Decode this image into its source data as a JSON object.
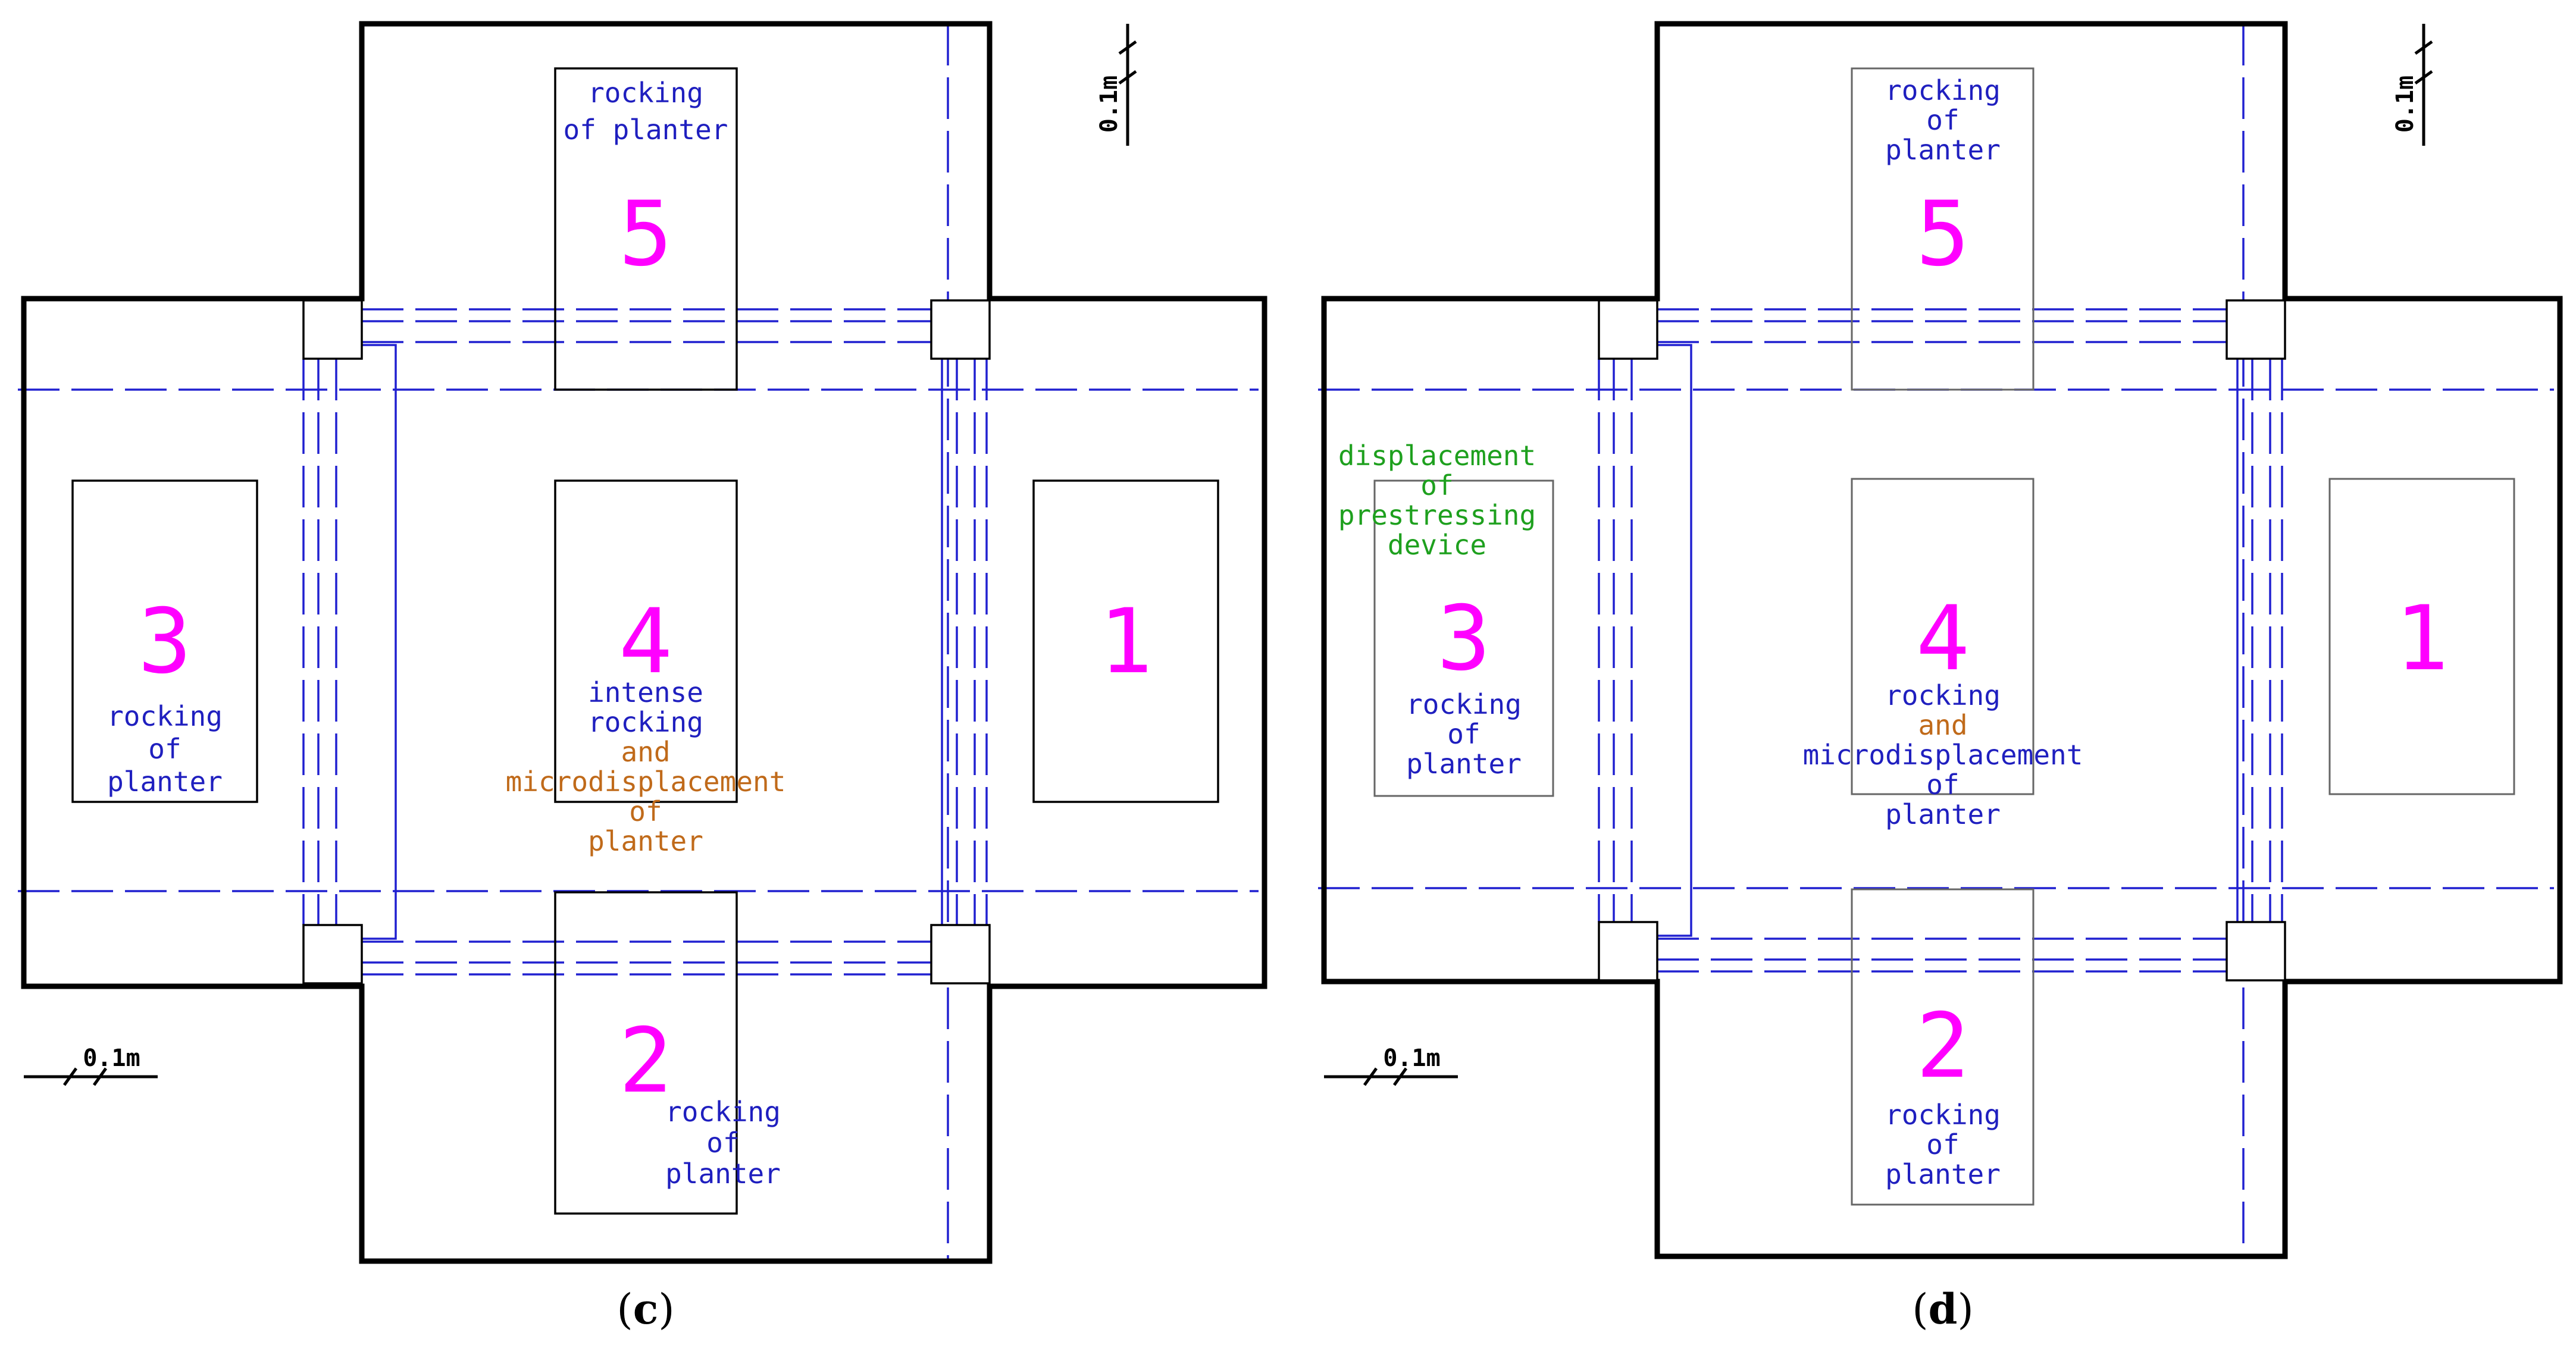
{
  "colors": {
    "number": "#ff00ff",
    "rocking": "#1f1fbf",
    "microdisplacement": "#c06a1a",
    "prestressing": "#1ea01e",
    "gridline": "#2020d0"
  },
  "scale_label": "0.1m",
  "panels": [
    {
      "caption_open": "(",
      "caption_letter": "c",
      "caption_close": ")",
      "planters": {
        "p1": {
          "number": "1",
          "lines": []
        },
        "p2": {
          "number": "2",
          "lines": [
            {
              "text": "rocking",
              "tone": "rocking"
            },
            {
              "text": "of",
              "tone": "rocking"
            },
            {
              "text": "planter",
              "tone": "rocking"
            }
          ]
        },
        "p3": {
          "number": "3",
          "lines": [
            {
              "text": "rocking",
              "tone": "rocking"
            },
            {
              "text": "of",
              "tone": "rocking"
            },
            {
              "text": "planter",
              "tone": "rocking"
            }
          ]
        },
        "p4": {
          "number": "4",
          "lines": [
            {
              "text": "intense",
              "tone": "rocking"
            },
            {
              "text": "rocking",
              "tone": "rocking"
            },
            {
              "text": "and",
              "tone": "microdisplacement"
            },
            {
              "text": "microdisplacement",
              "tone": "microdisplacement"
            },
            {
              "text": "of",
              "tone": "microdisplacement"
            },
            {
              "text": "planter",
              "tone": "microdisplacement"
            }
          ]
        },
        "p5": {
          "number": "5",
          "lines": [
            {
              "text": "rocking",
              "tone": "rocking"
            },
            {
              "text": "of planter",
              "tone": "rocking"
            }
          ]
        }
      }
    },
    {
      "caption_open": "(",
      "caption_letter": "d",
      "caption_close": ")",
      "planters": {
        "p1": {
          "number": "1",
          "lines": []
        },
        "p2": {
          "number": "2",
          "lines": [
            {
              "text": "rocking",
              "tone": "rocking"
            },
            {
              "text": "of",
              "tone": "rocking"
            },
            {
              "text": "planter",
              "tone": "rocking"
            }
          ]
        },
        "p3": {
          "number": "3",
          "above": [
            {
              "text": "displacement",
              "tone": "prestressing"
            },
            {
              "text": "of",
              "tone": "prestressing"
            },
            {
              "text": "prestressing",
              "tone": "prestressing"
            },
            {
              "text": "device",
              "tone": "prestressing"
            }
          ],
          "lines": [
            {
              "text": "rocking",
              "tone": "rocking"
            },
            {
              "text": "of",
              "tone": "rocking"
            },
            {
              "text": "planter",
              "tone": "rocking"
            }
          ]
        },
        "p4": {
          "number": "4",
          "lines": [
            {
              "text": "rocking",
              "tone": "rocking"
            },
            {
              "text": "and",
              "tone": "microdisplacement"
            },
            {
              "text": "microdisplacement",
              "tone": "rocking"
            },
            {
              "text": "of",
              "tone": "rocking"
            },
            {
              "text": "planter",
              "tone": "rocking"
            }
          ]
        },
        "p5": {
          "number": "5",
          "lines": [
            {
              "text": "rocking",
              "tone": "rocking"
            },
            {
              "text": "of",
              "tone": "rocking"
            },
            {
              "text": "planter",
              "tone": "rocking"
            }
          ]
        }
      }
    }
  ]
}
